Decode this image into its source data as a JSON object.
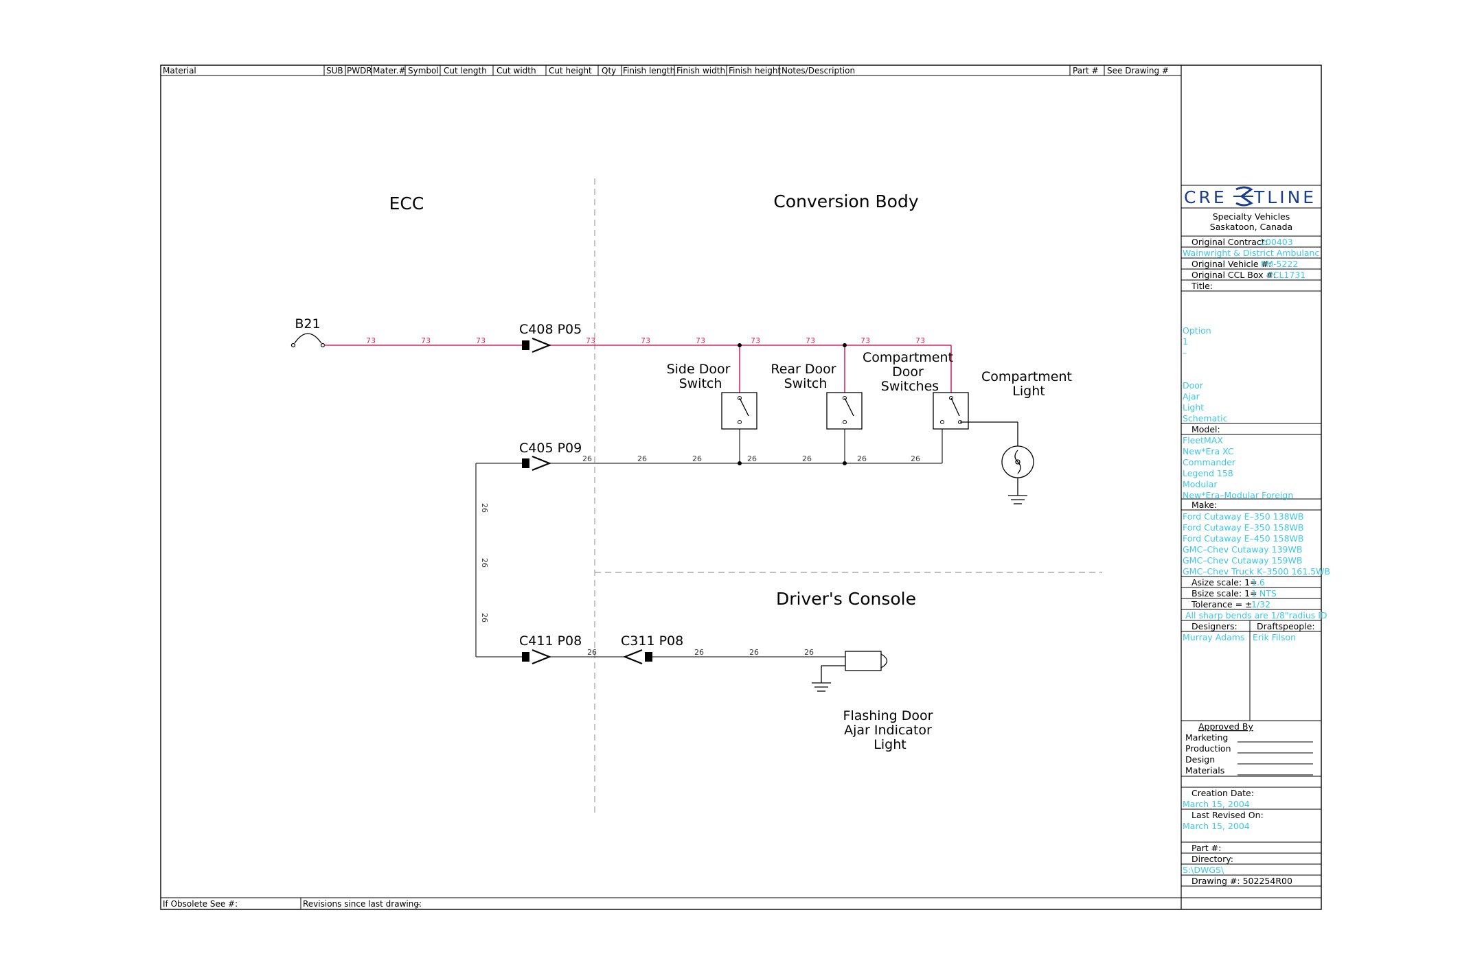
{
  "colors": {
    "line": "#000000",
    "wire_red": "#e0245e",
    "wire_black": "#333333",
    "cyan": "#3cc8e6",
    "dashed": "#aaaaaa"
  },
  "header_columns": [
    "Material",
    "SUB",
    "PWDR",
    "Mater.#",
    "Symbol",
    "Cut length",
    "Cut width",
    "Cut height",
    "Qty",
    "Finish length",
    "Finish width",
    "Finish height",
    "Notes/Description",
    "Part #",
    "See Drawing #"
  ],
  "footer": {
    "obsolete_label": "If Obsolete See #:",
    "revisions_label": "Revisions since last drawing:",
    "revisions_value": "–"
  },
  "sections": {
    "ecc": "ECC",
    "conversion_body": "Conversion Body",
    "drivers_console": "Driver's Console"
  },
  "components": {
    "b21": "B21",
    "c408": "C408  P05",
    "c405": "C405  P09",
    "c411": "C411  P08",
    "c311": "C311  P08",
    "side_door_switch": [
      "Side Door",
      "Switch"
    ],
    "rear_door_switch": [
      "Rear Door",
      "Switch"
    ],
    "compartment_door_switches": [
      "Compartment",
      "Door",
      "Switches"
    ],
    "compartment_light": [
      "Compartment",
      "Light"
    ],
    "flashing_light": [
      "Flashing Door",
      "Ajar Indicator",
      "Light"
    ]
  },
  "wire_labels": {
    "red": "73",
    "black": "26"
  },
  "title_block": {
    "logo_left": "CRE",
    "logo_right": "TLINE",
    "company_line1": "Specialty Vehicles",
    "company_line2": "Saskatoon, Canada",
    "original_contract_label": "Original Contract:",
    "original_contract_value": "200403",
    "customer": "Wainwright & District Ambulanc",
    "original_vehicle_label": "Original Vehicle #:",
    "original_vehicle_value": "FM-5222",
    "original_ccl_label": "Original CCL Box #:",
    "original_ccl_value": "CCL1731",
    "title_label": "Title:",
    "title_lines": [
      "Option",
      "1",
      "–",
      "",
      "",
      "Door",
      "Ajar",
      "Light",
      "Schematic"
    ],
    "model_label": "Model:",
    "model_lines": [
      "FleetMAX",
      "New*Era XC",
      "Commander",
      "Legend 158",
      "Modular",
      "New*Era–Modular Foreign"
    ],
    "make_label": "Make:",
    "make_lines": [
      "Ford Cutaway E–350 138WB",
      "Ford Cutaway E–350 158WB",
      "Ford Cutaway E–450 158WB",
      "GMC–Chev Cutaway 139WB",
      "GMC–Chev Cutaway 159WB",
      "GMC–Chev Truck K–3500 161.5WB"
    ],
    "asize_label": "Asize scale:  1=",
    "asize_value": "1.6",
    "bsize_label": "Bsize scale:  1=",
    "bsize_value": "1  NTS",
    "tolerance_label": "Tolerance = ±",
    "tolerance_value": "1/32",
    "sharp_bends": "All sharp bends are 1/8\"radius ID",
    "designers_label": "Designers:",
    "designers_value": "Murray Adams",
    "draftspeople_label": "Draftspeople:",
    "draftspeople_value": "Erik Filson",
    "approved_by": "Approved By",
    "approvals": [
      "Marketing",
      "Production",
      "Design",
      "Materials"
    ],
    "creation_date_label": "Creation Date:",
    "creation_date_value": "March 15, 2004",
    "last_revised_label": "Last Revised On:",
    "last_revised_value": "March 15, 2004",
    "part_label": "Part #:",
    "directory_label": "Directory:",
    "directory_value": "S:\\DWGS\\",
    "drawing_label": "Drawing #: 502254R00"
  }
}
